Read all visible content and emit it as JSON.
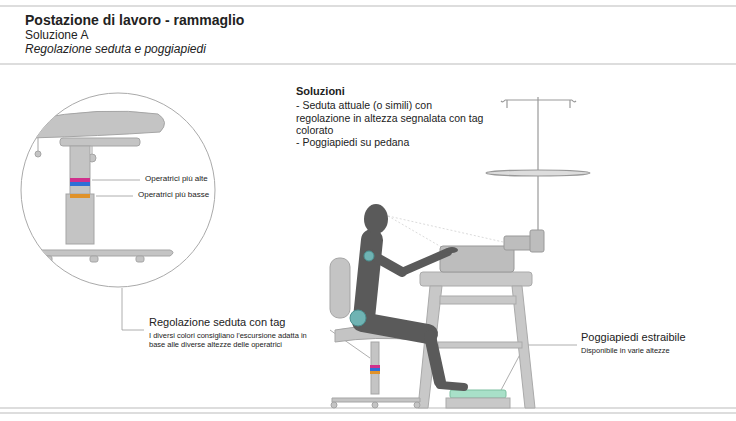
{
  "diagram": {
    "title": "Postazione di lavoro - rammaglio",
    "nodes": [
      {
        "text": [
          "Operatrici più alte",
          "Operatrici più basse"
        ]
      }
    ],
    "labels": [
      "Soluzione A",
      "Regolazione seduta e poggiapiedi",
      "Soluzioni",
      "- Seduta attuale (o simili) con regolazione in altezza segnalata con tag colorato",
      "- Poggiapiedi su pedana",
      "Regolazione seduta con tag",
      "I diversi colori consigliano l'escursione adatta in base alle diverse altezze delle operatrici",
      "Poggiapiedi estraibile",
      "Disponibile in varie altezze"
    ]
  }
}
